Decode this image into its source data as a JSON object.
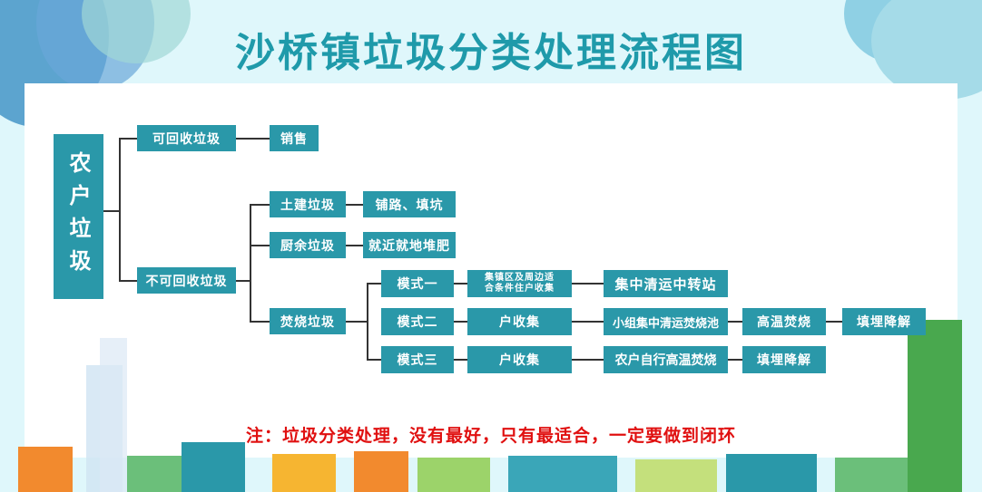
{
  "title": "沙桥镇垃圾分类处理流程图",
  "root": "农户垃圾",
  "recyclable": {
    "label": "可回收垃圾",
    "next": "销售"
  },
  "non_recyclable": {
    "label": "不可回收垃圾",
    "construction": {
      "label": "土建垃圾",
      "next": "铺路、填坑"
    },
    "kitchen": {
      "label": "厨余垃圾",
      "next": "就近就地堆肥"
    },
    "incineration": {
      "label": "焚烧垃圾",
      "mode1": {
        "label": "模式一",
        "steps": [
          "集镇区及周边适合条件住户收集",
          "集中清运中转站"
        ]
      },
      "mode2": {
        "label": "模式二",
        "steps": [
          "户收集",
          "小组集中清运焚烧池",
          "高温焚烧",
          "填埋降解"
        ]
      },
      "mode3": {
        "label": "模式三",
        "steps": [
          "户收集",
          "农户自行高温焚烧",
          "填埋降解"
        ]
      }
    }
  },
  "note": "注：垃圾分类处理，没有最好，只有最适合，一定要做到闭环",
  "colors": {
    "box": "#2a98a9",
    "title": "#1f9aaa",
    "note": "#e01010"
  }
}
